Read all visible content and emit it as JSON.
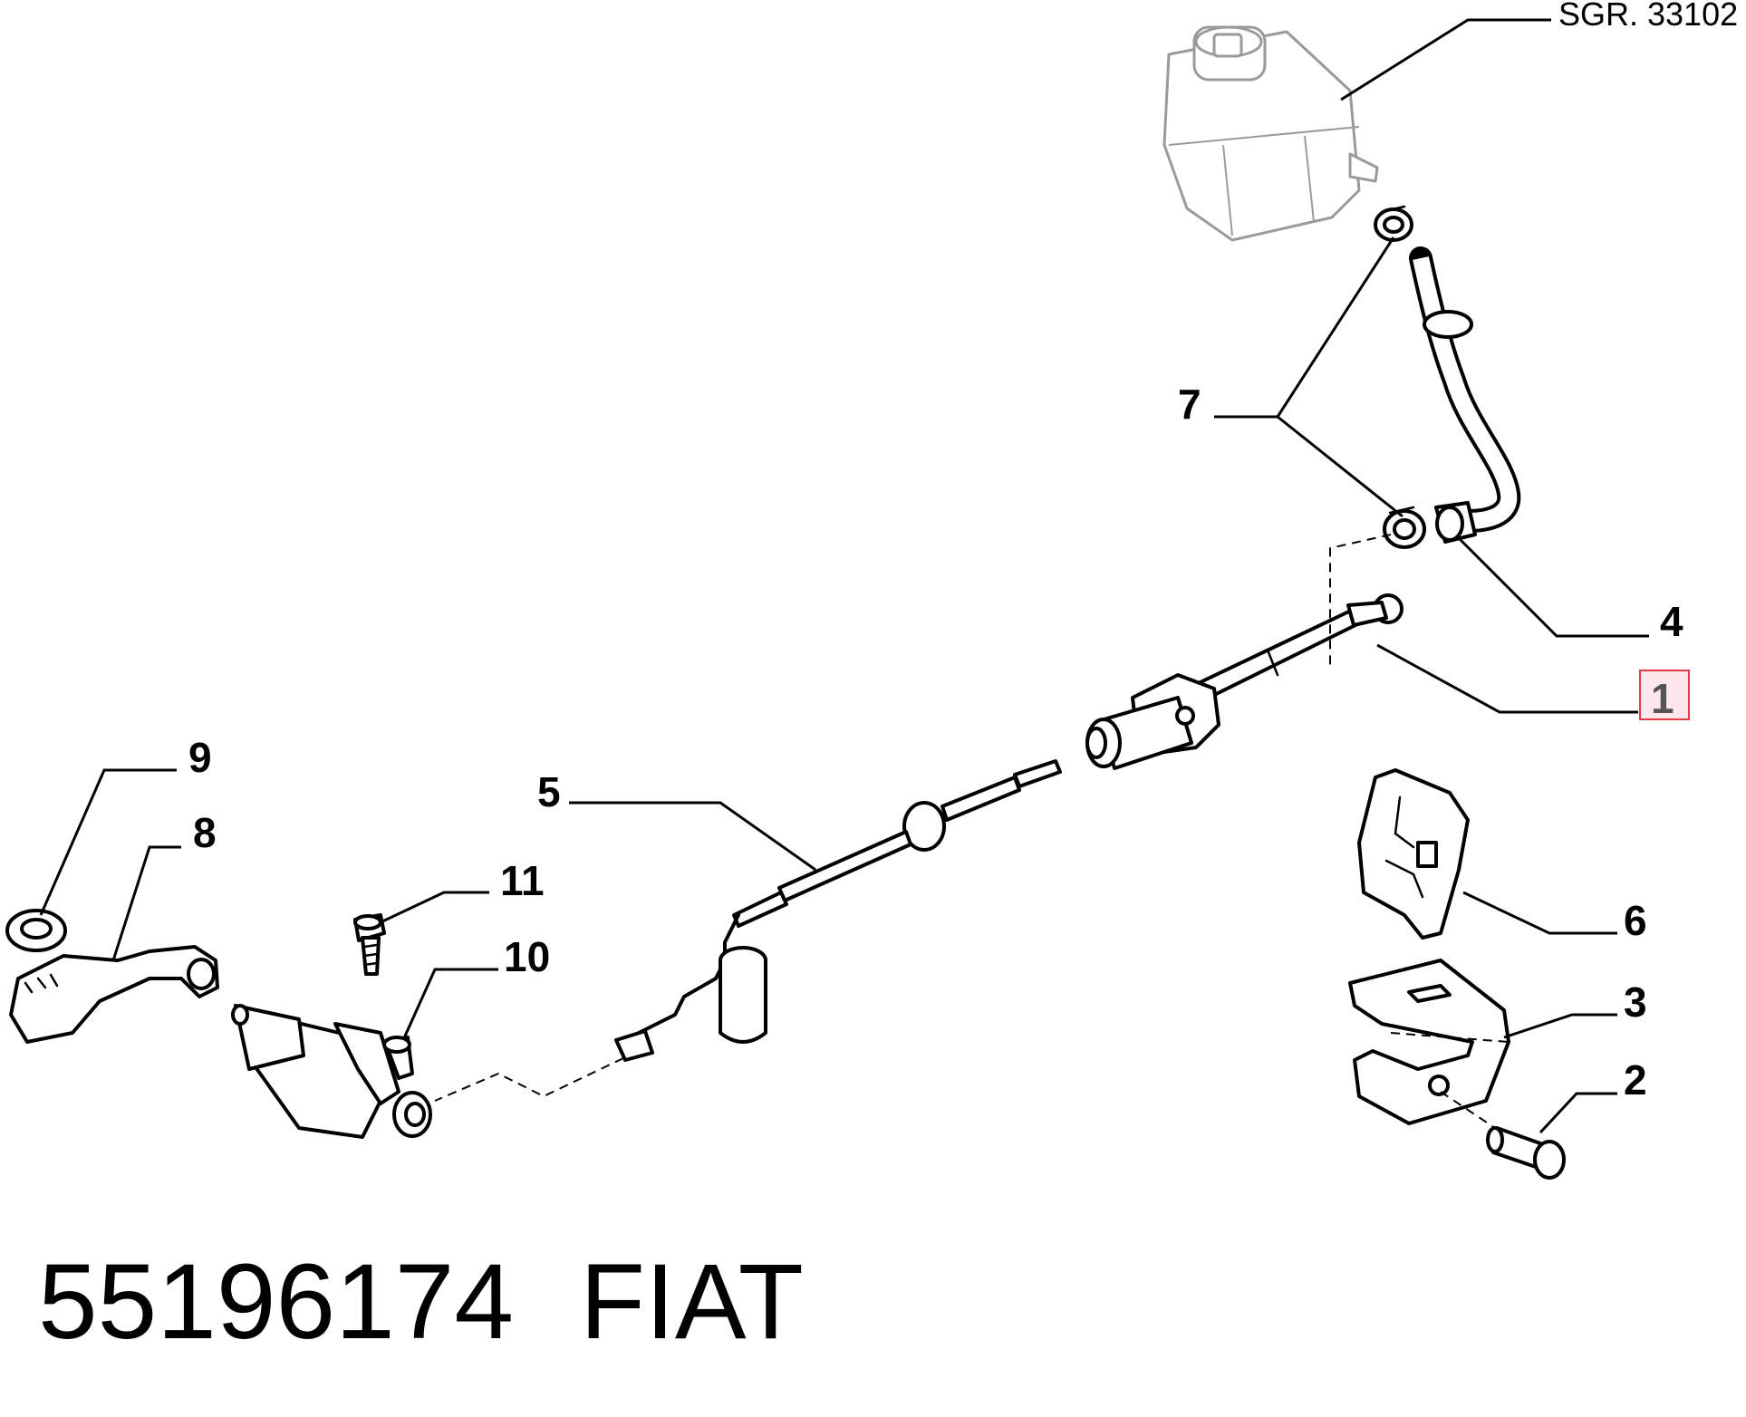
{
  "reference": "SGR. 33102",
  "callouts": {
    "c1": "1",
    "c2": "2",
    "c3": "3",
    "c4": "4",
    "c5": "5",
    "c6": "6",
    "c7": "7",
    "c8": "8",
    "c9": "9",
    "c10": "10",
    "c11": "11"
  },
  "highlighted_callout": "1",
  "caption": {
    "part_number": "55196174",
    "brand": "FIAT"
  },
  "colors": {
    "line": "#000000",
    "ghost": "#9a9a9a",
    "highlight_fill": "#fde6ea",
    "highlight_border": "#e23a4b"
  }
}
